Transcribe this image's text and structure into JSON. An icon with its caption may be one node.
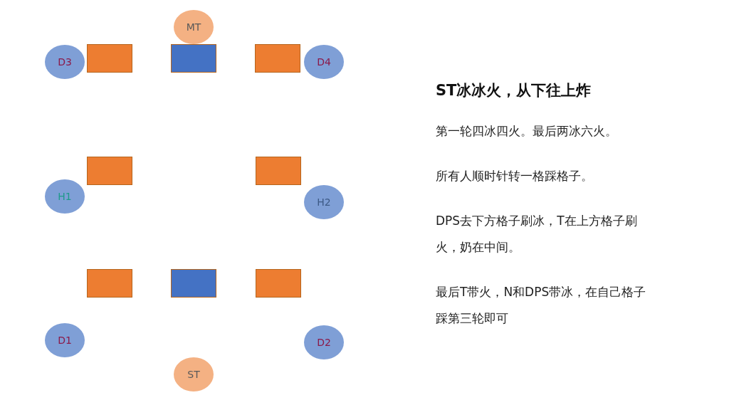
{
  "diagram": {
    "title": "ST冰冰火，从下往上炸",
    "nodes": [
      {
        "text": [
          "MT"
        ]
      },
      {
        "text": [
          "D3"
        ]
      },
      {
        "text": [],
        "shape": "box"
      },
      {
        "text": [],
        "shape": "box"
      },
      {
        "text": [],
        "shape": "box"
      },
      {
        "text": [
          "D4"
        ]
      },
      {
        "text": [],
        "shape": "box"
      },
      {
        "text": [],
        "shape": "box"
      },
      {
        "text": [
          "H1"
        ]
      },
      {
        "text": [
          "H2"
        ]
      },
      {
        "text": [],
        "shape": "box"
      },
      {
        "text": [],
        "shape": "box"
      },
      {
        "text": [],
        "shape": "box"
      },
      {
        "text": [
          "D1"
        ]
      },
      {
        "text": [
          "D2"
        ]
      },
      {
        "text": [
          "ST"
        ]
      }
    ],
    "labels": [
      "第一轮四冰四火。最后两冰六火。",
      "所有人顺时针转一格踩格子。",
      "DPS去下方格子刷冰，T在上方格子刷火，奶在中间。",
      "最后T带火，N和DPS带冰，在自己格子踩第三轮即可"
    ]
  }
}
